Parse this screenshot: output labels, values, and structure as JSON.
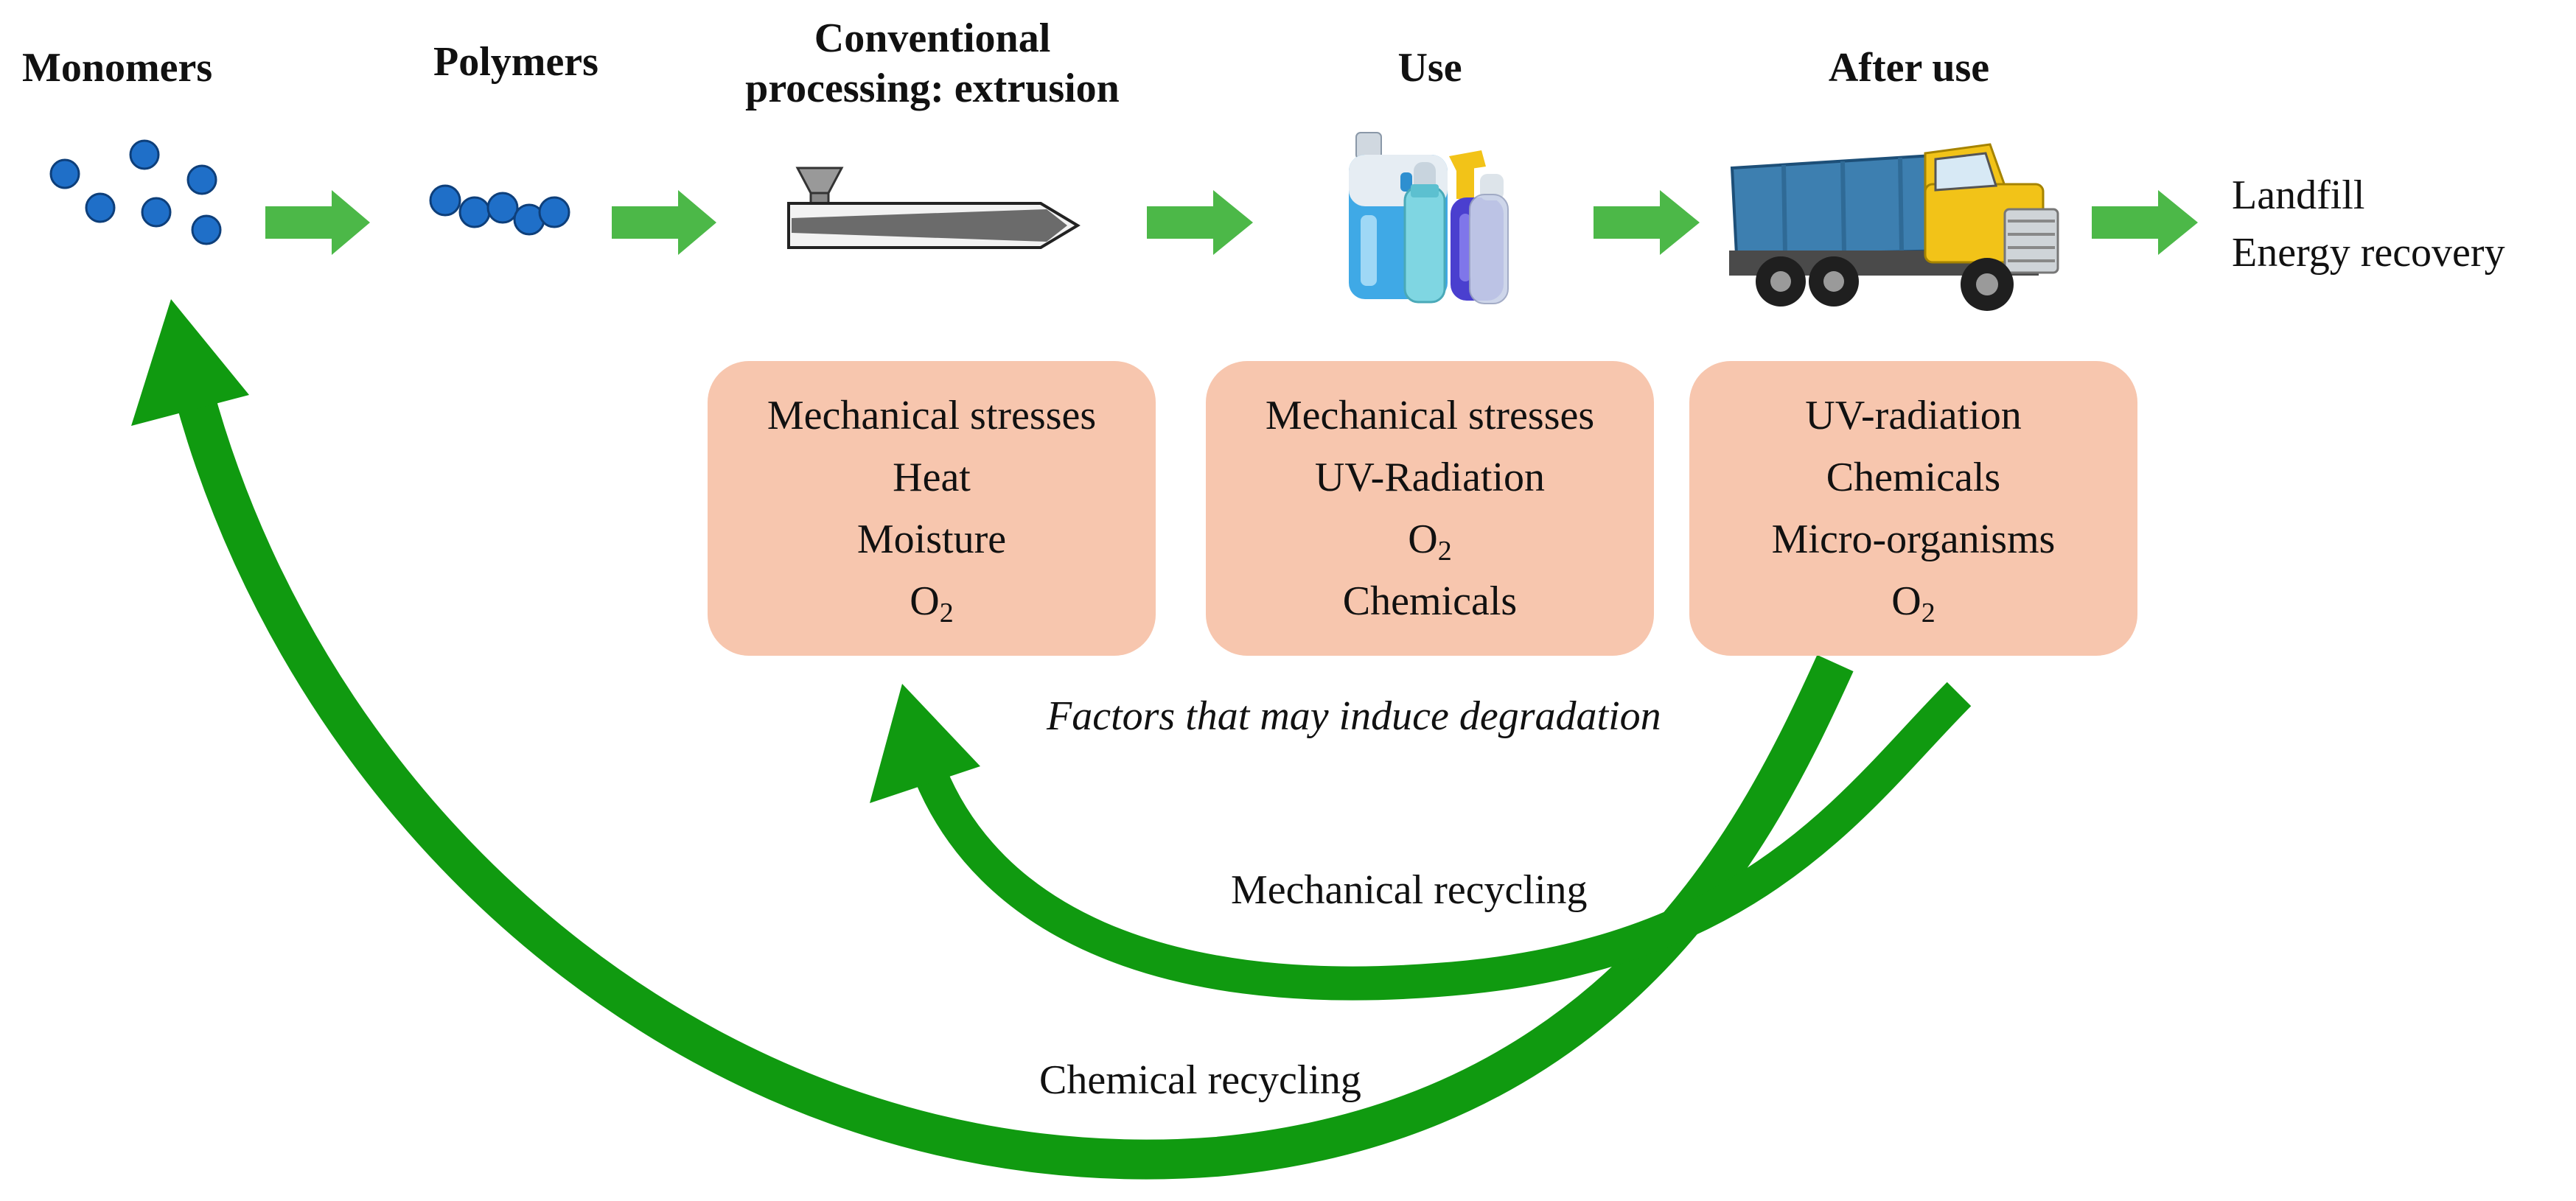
{
  "stages": {
    "monomers": "Monomers",
    "polymers": "Polymers",
    "processing_line1": "Conventional",
    "processing_line2": "processing: extrusion",
    "use": "Use",
    "after_use": "After use"
  },
  "end_of_life": {
    "line1": "Landfill",
    "line2": "Energy recovery"
  },
  "factor_boxes": {
    "processing": [
      "Mechanical stresses",
      "Heat",
      "Moisture",
      "O",
      "2"
    ],
    "use": [
      "Mechanical stresses",
      "UV-Radiation",
      "O",
      "2",
      "Chemicals"
    ],
    "after_use": [
      "UV-radiation",
      "Chemicals",
      "Micro-organisms",
      "O",
      "2"
    ]
  },
  "caption": "Factors that may induce degradation",
  "loops": {
    "mechanical": "Mechanical recycling",
    "chemical": "Chemical recycling"
  },
  "colors": {
    "flow_arrow": "#4cb848",
    "loop_arrow": "#109a10",
    "box_fill": "#f7c6ae",
    "dot": "#1f6fc8"
  }
}
